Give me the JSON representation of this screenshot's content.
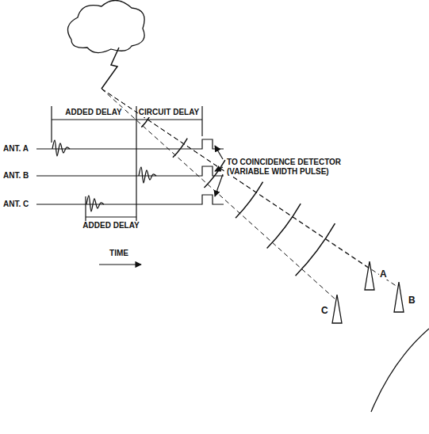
{
  "diagram": {
    "labels": [
      "A",
      "C",
      "B",
      "ADDED DELAY",
      "CIRCUIT DELAY",
      "ANT. A",
      "TO COINCIDENCE DETECTOR (VARIABLE WIDTH PULSE)",
      "ANT. B",
      "ANT. C",
      "ADDED DELAY",
      "TIME"
    ]
  }
}
